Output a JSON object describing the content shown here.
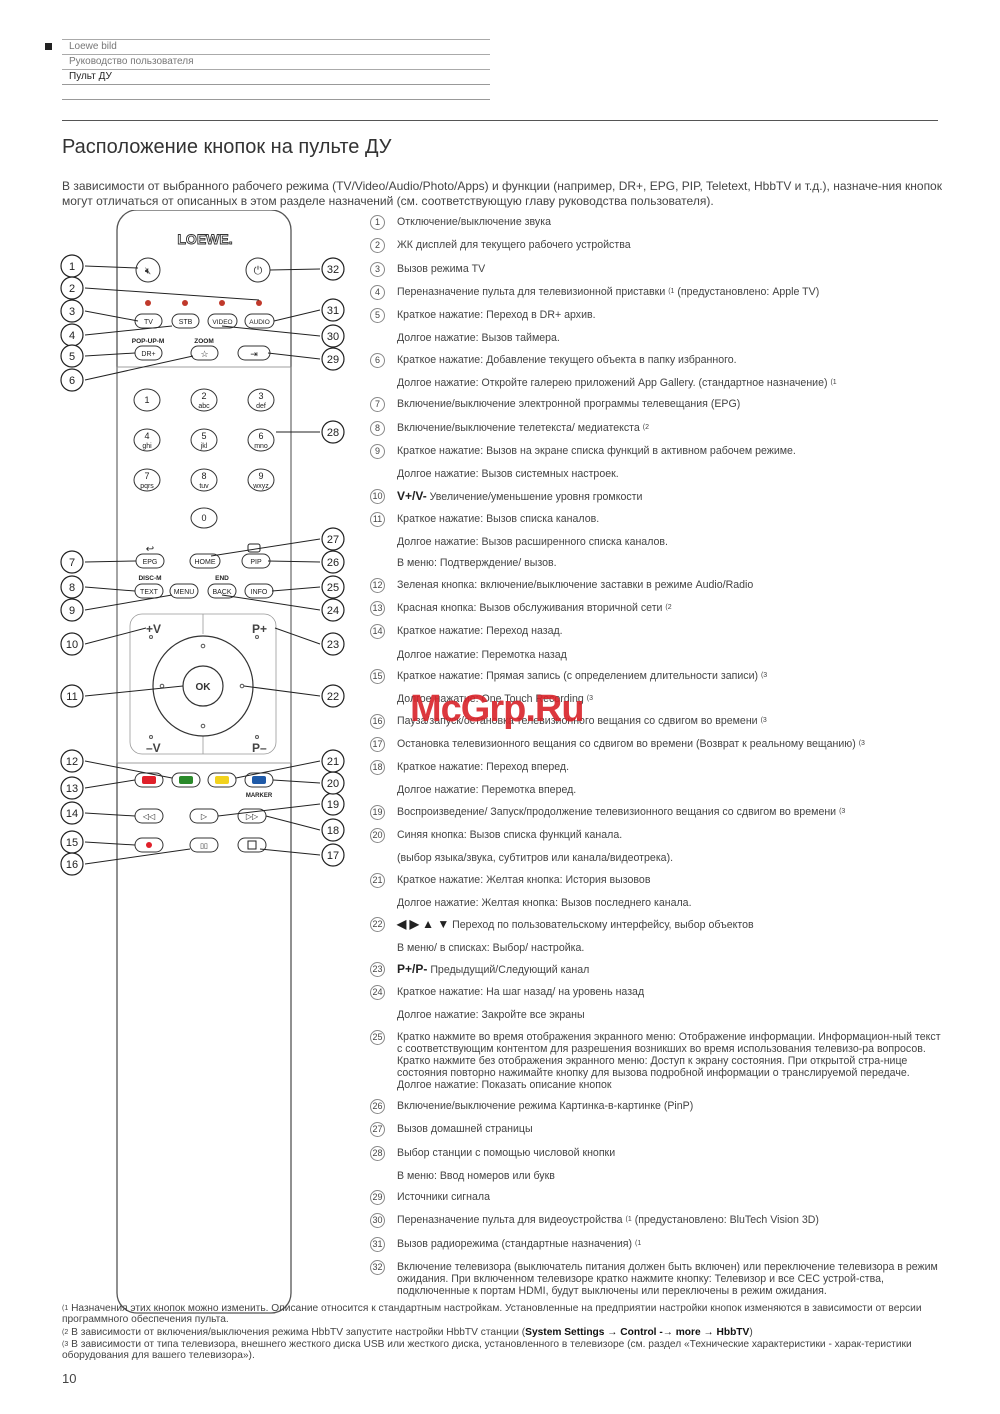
{
  "header": {
    "brand": "Loewe bild",
    "manual": "Руководство пользователя",
    "section": "Пульт ДУ"
  },
  "title": "Расположение кнопок на пульте ДУ",
  "intro": "В зависимости от выбранного рабочего режима (TV/Video/Audio/Photo/Apps) и функции (например, DR+, EPG, PIP, Teletext, HbbTV и т.д.), назначе-ния кнопок могут отличаться от описанных в этом разделе назначений (см. соответствующую главу руководства пользователя).",
  "remote": {
    "logo": "LOEWE.",
    "buttons": {
      "tv": "TV",
      "stb": "STB",
      "video": "VIDEO",
      "audio": "AUDIO",
      "popup": "POP-UP-M",
      "drplus": "DR+",
      "zoom": "ZOOM",
      "n1": "1",
      "n2": "2",
      "n2s": "abc",
      "n3": "3",
      "n3s": "def",
      "n4": "4",
      "n4s": "ghi",
      "n5": "5",
      "n5s": "jkl",
      "n6": "6",
      "n6s": "mno",
      "n7": "7",
      "n7s": "pqrs",
      "n8": "8",
      "n8s": "tuv",
      "n9": "9",
      "n9s": "wxyz",
      "n0": "0",
      "epg": "EPG",
      "home": "HOME",
      "pip": "PIP",
      "discm": "DISC-M",
      "text": "TEXT",
      "menu": "MENU",
      "end": "END",
      "back": "BACK",
      "info": "INFO",
      "vplus": "+V",
      "vminus": "–V",
      "pplus": "P+",
      "pminus": "P–",
      "ok": "OK",
      "marker": "MARKER"
    },
    "colors": {
      "red": "#e0202a",
      "green": "#2a8a2a",
      "yellow": "#f2d21c",
      "blue": "#1f5aa8",
      "led": "#c0392b"
    }
  },
  "items": [
    {
      "n": "1",
      "t": "Отключение/выключение звука"
    },
    {
      "n": "2",
      "t": "ЖК дисплей для текущего рабочего устройства"
    },
    {
      "n": "3",
      "t": "Вызов режима TV"
    },
    {
      "n": "4",
      "t": "Переназначение пульта для телевизионной приставки",
      "s": "(1",
      "t2": "(предустановлено: Apple TV)"
    },
    {
      "n": "5",
      "t": "Краткое нажатие: Переход в DR+ архив.",
      "l2": "Долгое нажатие: Вызов таймера."
    },
    {
      "n": "6",
      "t": "Краткое нажатие: Добавление текущего объекта в папку избранного.",
      "l2": "Долгое нажатие: Откройте галерею приложений App Gallery. (стандартное назначение)",
      "s2": "(1"
    },
    {
      "n": "7",
      "t": "Включение/выключение электронной программы телевещания (EPG)"
    },
    {
      "n": "8",
      "t": "Включение/выключение телетекста/ медиатекста",
      "s": "(2"
    },
    {
      "n": "9",
      "t": "Краткое нажатие: Вызов на экране списка функций в активном рабочем режиме.",
      "l2": "Долгое нажатие: Вызов системных настроек."
    },
    {
      "n": "10",
      "b": "V+/V-",
      "t": "Увеличение/уменьшение уровня громкости"
    },
    {
      "n": "11",
      "t": "Краткое нажатие: Вызов списка каналов.",
      "l2": "Долгое нажатие: Вызов расширенного списка каналов.",
      "l3": "В меню: Подтверждение/ вызов."
    },
    {
      "n": "12",
      "t": "Зеленая кнопка: включение/выключение заставки в режиме Audio/Radio"
    },
    {
      "n": "13",
      "t": "Красная кнопка: Вызов обслуживания вторичной сети",
      "s": "(2"
    },
    {
      "n": "14",
      "t": "Краткое нажатие: Переход назад.",
      "l2": "Долгое нажатие: Перемотка назад"
    },
    {
      "n": "15",
      "t": "Краткое нажатие: Прямая запись (с определением длительности записи)",
      "s": "(3",
      "l2": "Долгое нажатие: One Touch Recording",
      "s2": "(3"
    },
    {
      "n": "16",
      "t": "Пауза/запуск/остановка телевизионного вещания со сдвигом во времени",
      "s": "(3"
    },
    {
      "n": "17",
      "t": "Остановка телевизионного вещания со сдвигом во времени (Возврат к реальному вещанию)",
      "s": "(3"
    },
    {
      "n": "18",
      "t": "Краткое нажатие: Переход вперед.",
      "l2": "Долгое нажатие: Перемотка вперед."
    },
    {
      "n": "19",
      "t": "Воспроизведение/ Запуск/продолжение телевизионного вещания со сдвигом во времени",
      "s": "(3"
    },
    {
      "n": "20",
      "t": "Синяя кнопка: Вызов списка функций канала.",
      "l2": "(выбор языка/звука, субтитров или канала/видеотрека)."
    },
    {
      "n": "21",
      "t": "Краткое нажатие: Желтая кнопка: История вызовов",
      "l2": "Долгое нажатие: Желтая кнопка: Вызов последнего канала."
    },
    {
      "n": "22",
      "b": "◀ ▶ ▲ ▼",
      "t": "Переход по пользовательскому интерфейсу, выбор объектов",
      "l2": "В меню/ в списках: Выбор/ настройка."
    },
    {
      "n": "23",
      "b": "P+/P-",
      "t": "Предыдущий/Следующий канал"
    },
    {
      "n": "24",
      "t": "Краткое нажатие: На шаг назад/ на уровень назад",
      "l2": "Долгое нажатие: Закройте все экраны"
    },
    {
      "n": "25",
      "t": "Кратко нажмите во время отображения экранного меню: Отображение информации. Информацион-ный текст с соответствующим контентом для разрешения возникших во время использования телевизо-ра вопросов.",
      "p2": "Кратко нажмите без отображения экранного меню:  Доступ к экрану состояния. При открытой стра-нице состояния повторно нажимайте кнопку для вызова подробной информации о транслируемой передаче.",
      "p3": "Долгое нажатие: Показать описание кнопок"
    },
    {
      "n": "26",
      "t": "Включение/выключение режима Картинка-в-картинке (PinP)"
    },
    {
      "n": "27",
      "t": "Вызов домашней страницы"
    },
    {
      "n": "28",
      "t": "Выбор станции с помощью числовой кнопки",
      "l2": "В меню: Ввод номеров или букв"
    },
    {
      "n": "29",
      "t": "Источники сигнала"
    },
    {
      "n": "30",
      "t": "Переназначение пульта для видеоустройства",
      "s": "(1",
      "t2": "(предустановлено: BluTech Vision 3D)"
    },
    {
      "n": "31",
      "t": "Вызов радиорежима (стандартные назначения)",
      "s": "(1"
    },
    {
      "n": "32",
      "t": "Включение телевизора (выключатель питания должен быть включен) или переключение телевизора в режим ожидания. При включенном телевизоре кратко нажмите кнопку: Телевизор и все CEC устрой-ства, подключенные к портам HDMI, будут выключены или переключены в режим ожидания."
    }
  ],
  "footnotes": {
    "f1m": "(1",
    "f1": "Назначения этих кнопок можно изменить. Описание относится к стандартным настройкам. Установленные на предприятии настройки кнопок изменяются в зависимости от версии программного обеспечения пульта.",
    "f2m": "(2",
    "f2a": "В зависимости от включения/выключения режима HbbTV запустите настройки HbbTV станции (",
    "f2b": "System Settings → Control -→ more → HbbTV",
    "f2c": ")",
    "f3m": "(3",
    "f3": "В зависимости от типа телевизора, внешнего жесткого диска USB или жесткого диска, установленного в телевизоре (см. раздел «Технические характеристики - харак-теристики оборудования для вашего телевизора»)."
  },
  "page_number": "10",
  "watermark": "McGrp.Ru",
  "callout_numbers": [
    "1",
    "2",
    "3",
    "4",
    "5",
    "6",
    "7",
    "8",
    "9",
    "10",
    "11",
    "12",
    "13",
    "14",
    "15",
    "16",
    "17",
    "18",
    "19",
    "20",
    "21",
    "22",
    "23",
    "24",
    "25",
    "26",
    "27",
    "28",
    "29",
    "30",
    "31",
    "32"
  ]
}
